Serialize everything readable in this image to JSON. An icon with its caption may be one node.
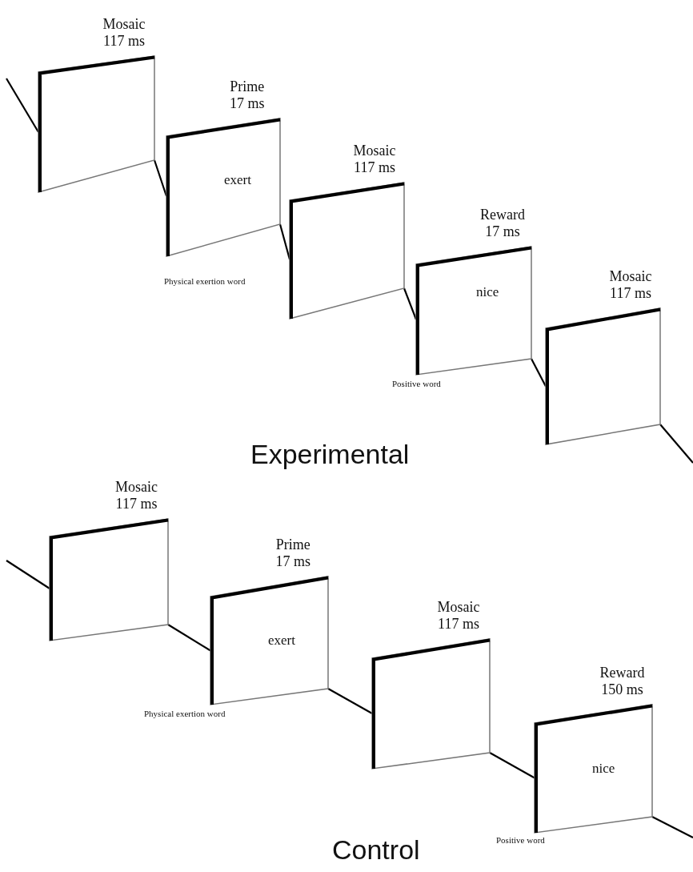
{
  "diagram": {
    "nodes": [
      {
        "text": [
          "Mosaic 117 ms"
        ]
      },
      {
        "text": [
          "Prime 17 ms",
          "exert"
        ],
        "beside": [
          "Physical exertion word"
        ]
      },
      {
        "text": [
          "Mosaic 117 ms"
        ]
      },
      {
        "text": [
          "Reward 17 ms",
          "nice"
        ],
        "beside": [
          "Positive word"
        ]
      },
      {
        "text": [
          "Mosaic 117 ms"
        ]
      },
      {
        "text": [
          "Mosaic 117 ms"
        ]
      },
      {
        "text": [
          "Prime 17 ms",
          "exert"
        ],
        "beside": [
          "Physical exertion word"
        ]
      },
      {
        "text": [
          "Mosaic 117 ms"
        ]
      },
      {
        "text": [
          "Reward 150 ms",
          "nice"
        ],
        "beside": [
          "Positive word"
        ]
      }
    ],
    "edges": [
      {
        "from": null,
        "to": 0,
        "arrow": "none"
      },
      {
        "from": 0,
        "to": 1,
        "arrow": "none"
      },
      {
        "from": 1,
        "to": 2,
        "arrow": "none"
      },
      {
        "from": 2,
        "to": 3,
        "arrow": "none"
      },
      {
        "from": 3,
        "to": 4,
        "arrow": "none"
      },
      {
        "from": 4,
        "to": null,
        "arrow": "none"
      },
      {
        "from": null,
        "to": 5,
        "arrow": "none"
      },
      {
        "from": 5,
        "to": 6,
        "arrow": "none"
      },
      {
        "from": 6,
        "to": 7,
        "arrow": "none"
      },
      {
        "from": 7,
        "to": 8,
        "arrow": "none"
      },
      {
        "from": 8,
        "to": null,
        "arrow": "none"
      }
    ],
    "labels": [
      "Experimental",
      "Control"
    ]
  }
}
